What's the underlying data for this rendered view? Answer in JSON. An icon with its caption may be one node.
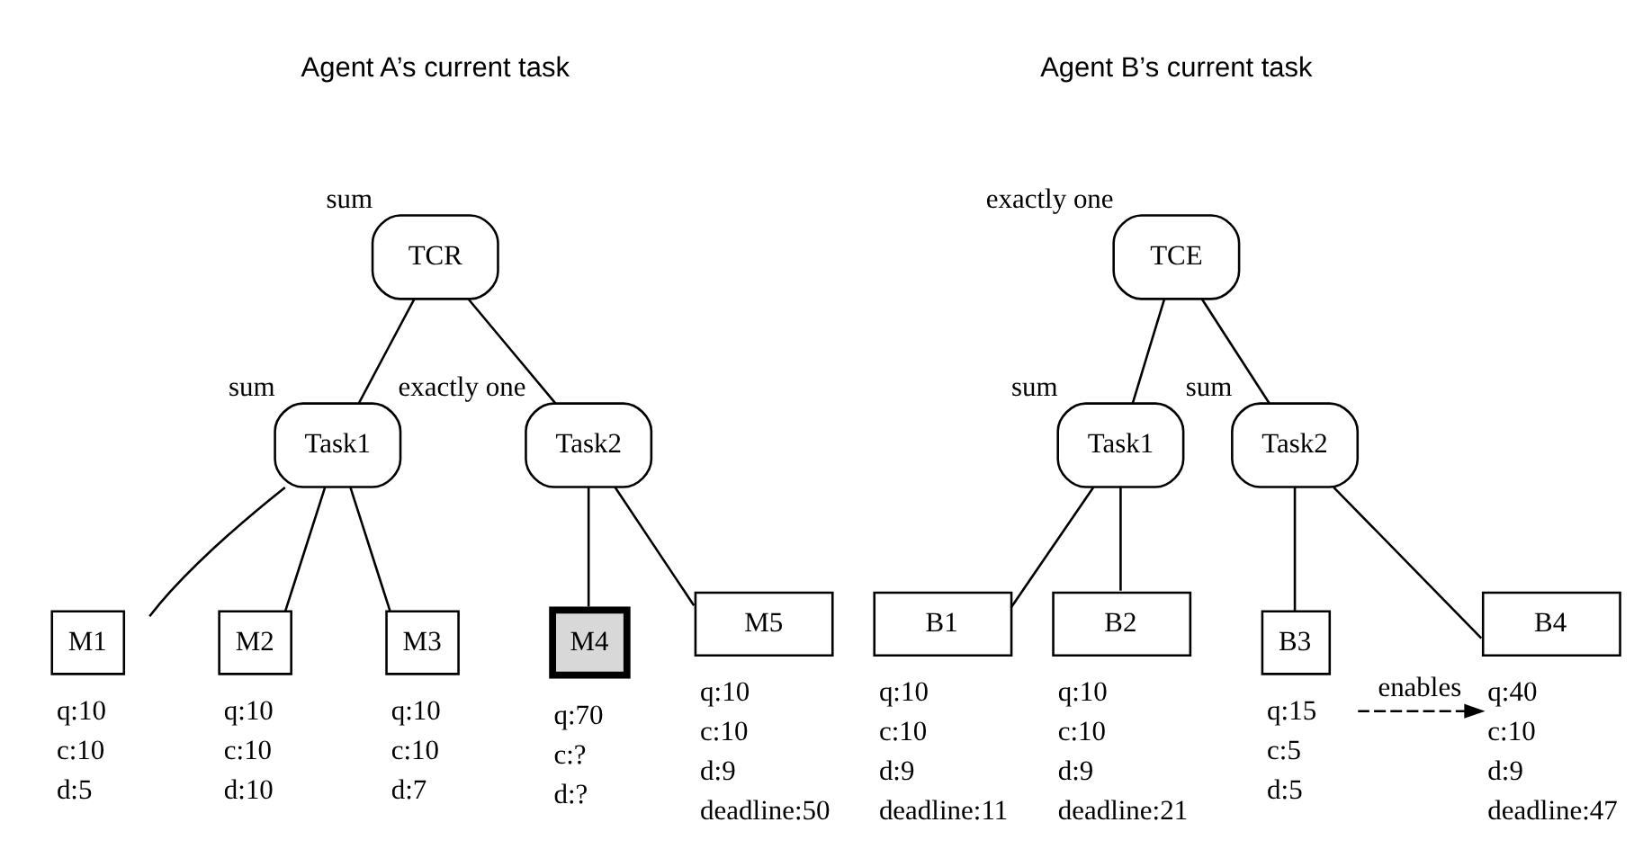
{
  "diagram": {
    "nodes": [
      {
        "text": [
          "TCR"
        ],
        "beside": [
          "sum"
        ]
      },
      {
        "text": [
          "Task1"
        ],
        "beside": [
          "sum"
        ]
      },
      {
        "text": [
          "Task2"
        ],
        "beside": [
          "exactly one"
        ]
      },
      {
        "text": [
          "M1"
        ],
        "beside": [
          "q:10",
          "c:10",
          "d:5"
        ]
      },
      {
        "text": [
          "M2"
        ],
        "beside": [
          "q:10",
          "c:10",
          "d:10"
        ]
      },
      {
        "text": [
          "M3"
        ],
        "beside": [
          "q:10",
          "c:10",
          "d:7"
        ]
      },
      {
        "text": [
          "M4"
        ],
        "beside": [
          "q:70",
          "c:?",
          "d:?"
        ]
      },
      {
        "text": [
          "M5"
        ],
        "beside": [
          "q:10",
          "c:10",
          "d:9",
          "deadline:50"
        ]
      },
      {
        "text": [
          "TCE"
        ],
        "beside": [
          "exactly one"
        ]
      },
      {
        "text": [
          "Task1"
        ],
        "beside": [
          "sum"
        ]
      },
      {
        "text": [
          "Task2"
        ],
        "beside": [
          "sum"
        ]
      },
      {
        "text": [
          "B1"
        ],
        "beside": [
          "q:10",
          "c:10",
          "d:9",
          "deadline:11"
        ]
      },
      {
        "text": [
          "B2"
        ],
        "beside": [
          "q:10",
          "c:10",
          "d:9",
          "deadline:21"
        ]
      },
      {
        "text": [
          "B3"
        ],
        "beside": [
          "q:15",
          "c:5",
          "d:5"
        ]
      },
      {
        "text": [
          "B4"
        ],
        "beside": [
          "q:40",
          "c:10",
          "d:9",
          "deadline:47"
        ]
      }
    ],
    "edges": [
      {
        "from": 0,
        "to": 1,
        "arrow": "none"
      },
      {
        "from": 0,
        "to": 2,
        "arrow": "none"
      },
      {
        "from": 1,
        "to": 3,
        "arrow": "none"
      },
      {
        "from": 1,
        "to": 4,
        "arrow": "none"
      },
      {
        "from": 1,
        "to": 5,
        "arrow": "none"
      },
      {
        "from": 2,
        "to": 6,
        "arrow": "none"
      },
      {
        "from": 2,
        "to": 7,
        "arrow": "none"
      },
      {
        "from": 8,
        "to": 9,
        "arrow": "none"
      },
      {
        "from": 8,
        "to": 10,
        "arrow": "none"
      },
      {
        "from": 9,
        "to": 11,
        "arrow": "none"
      },
      {
        "from": 9,
        "to": 12,
        "arrow": "none"
      },
      {
        "from": 10,
        "to": 13,
        "arrow": "none"
      },
      {
        "from": 10,
        "to": 14,
        "arrow": "none"
      },
      {
        "from": 13,
        "to": 14,
        "arrow": "to",
        "label": "enables",
        "style": "dashed"
      }
    ],
    "labels": [
      "Agent A’s current task",
      "Agent B’s current task"
    ]
  }
}
